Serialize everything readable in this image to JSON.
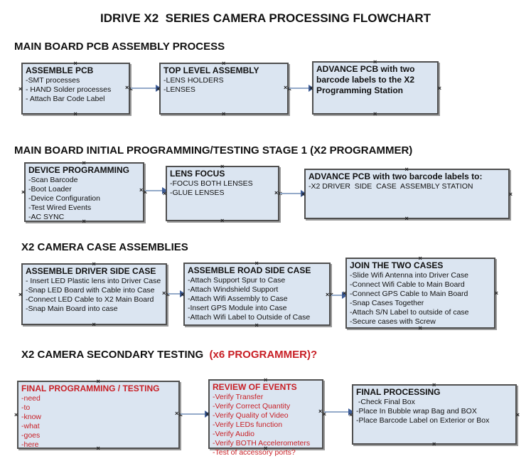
{
  "title": "IDRIVE X2  SERIES CAMERA PROCESSING FLOWCHART",
  "colors": {
    "box_fill": "#dbe5f1",
    "box_border": "#4f4f4f",
    "box_shadow": "#9b9b9b",
    "arrow_line": "#94aac9",
    "arrow_head": "#3f5e99",
    "red_text": "#c81f25",
    "text": "#111111"
  },
  "markers": {
    "glyph": "×"
  },
  "sections": [
    {
      "heading": "MAIN BOARD PCB ASSEMBLY PROCESS",
      "heading_suffix": "",
      "boxes": [
        {
          "title": "ASSEMBLE PCB",
          "items": [
            "-SMT processes",
            "- HAND Solder processes",
            "- Attach Bar Code Label"
          ]
        },
        {
          "title": "TOP LEVEL ASSEMBLY",
          "items": [
            "-LENS HOLDERS",
            "-LENSES"
          ]
        },
        {
          "title": "ADVANCE PCB with two barcode labels to the X2 Programming Station",
          "items": []
        }
      ]
    },
    {
      "heading": "MAIN BOARD INITIAL PROGRAMMING/TESTING STAGE 1 (X2 PROGRAMMER)",
      "heading_suffix": "",
      "boxes": [
        {
          "title": "DEVICE PROGRAMMING",
          "items": [
            "-Scan Barcode",
            "-Boot Loader",
            "-Device Configuration",
            "-Test Wired Events",
            "-AC SYNC"
          ]
        },
        {
          "title": "LENS FOCUS",
          "items": [
            "-FOCUS BOTH LENSES",
            "-GLUE LENSES"
          ]
        },
        {
          "title": "ADVANCE PCB with two barcode labels to:",
          "items": [
            "-X2 DRIVER  SIDE  CASE  ASSEMBLY STATION"
          ]
        }
      ]
    },
    {
      "heading": "X2 CAMERA CASE ASSEMBLIES",
      "heading_suffix": "",
      "boxes": [
        {
          "title": "ASSEMBLE DRIVER SIDE CASE",
          "items": [
            "- Insert LED Plastic lens into Driver Case",
            "-Snap LED Board with Cable into Case",
            "-Connect LED Cable to X2 Main Board",
            "-Snap Main Board into case"
          ]
        },
        {
          "title": "ASSEMBLE ROAD SIDE CASE",
          "items": [
            "-Attach Support Spur to Case",
            "-Attach Windshield Support",
            "-Attach Wifi Assembly to Case",
            "-Insert GPS Module into Case",
            "-Attach Wifi Label to Outside of Case"
          ]
        },
        {
          "title": "JOIN THE TWO CASES",
          "items": [
            "-Slide Wifi Antenna into Driver Case",
            "-Connect Wifi Cable to Main Board",
            "-Connect GPS Cable to Main Board",
            "-Snap Cases Together",
            "-Attach S/N Label to outside of case",
            "-Secure cases with Screw"
          ]
        }
      ]
    },
    {
      "heading": "X2 CAMERA SECONDARY TESTING  ",
      "heading_suffix": "(x6 PROGRAMMER)?",
      "boxes": [
        {
          "title": "FINAL PROGRAMMING / TESTING",
          "items": [
            "-need",
            "-to",
            "-know",
            "-what",
            "-goes",
            "-here"
          ]
        },
        {
          "title": "REVIEW OF EVENTS",
          "items": [
            "-Verify Transfer",
            "-Verify Correct Quantity",
            "-Verify Quality of Video",
            "-Verify LEDs function",
            "-Verify Audio",
            "-Verify BOTH Accelerometers",
            "-Test of accessory ports?"
          ]
        },
        {
          "title": "FINAL PROCESSING",
          "items": [
            " -Check Final Box",
            "-Place In Bubble wrap Bag and BOX",
            "-Place Barcode Label on Exterior or Box"
          ]
        }
      ]
    }
  ]
}
